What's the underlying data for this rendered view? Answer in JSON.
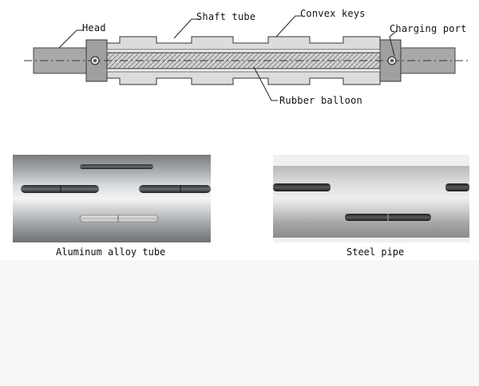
{
  "diagram": {
    "labels": {
      "head": "Head",
      "shaft_tube": "Shaft tube",
      "convex_keys": "Convex keys",
      "charging_port": "Charging port",
      "rubber_balloon": "Rubber balloon"
    }
  },
  "photos": {
    "left_caption": "Aluminum alloy tube",
    "right_caption": "Steel pipe"
  },
  "colors": {
    "shaft": "#d9d9d9",
    "head": "#a9a9a9",
    "outline": "#333333",
    "balloon_fill": "#c8c8c8"
  }
}
